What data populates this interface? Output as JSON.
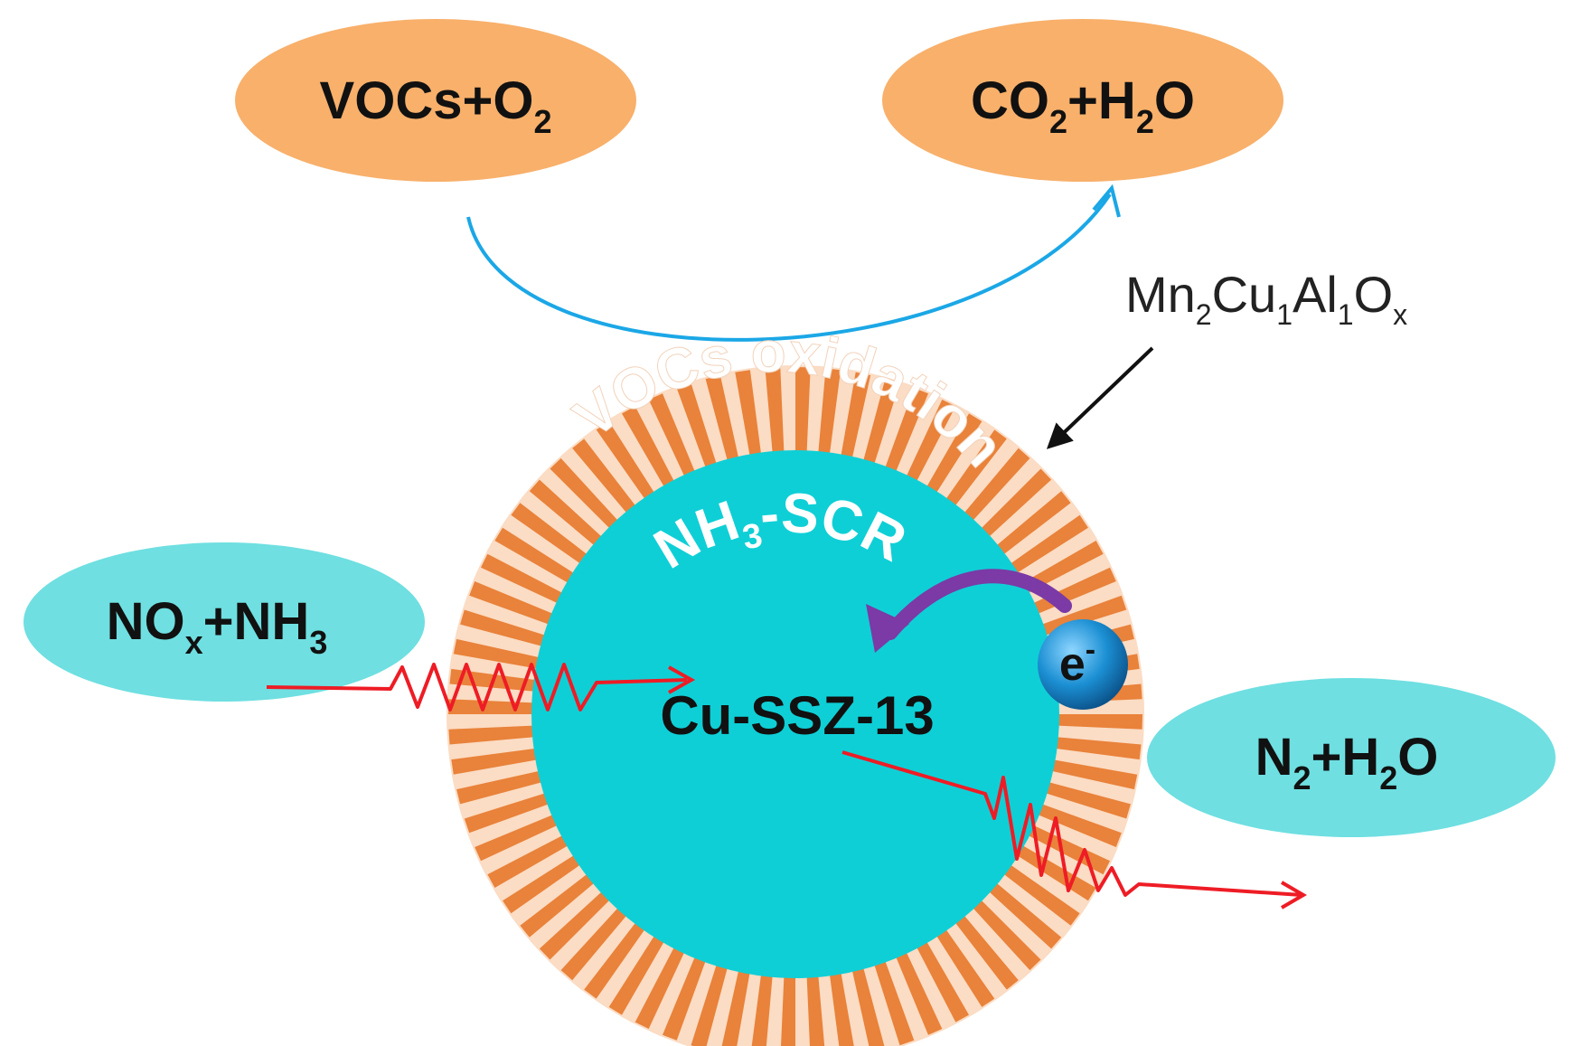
{
  "colors": {
    "orange": "#f8b06b",
    "stripe": "#e9823a",
    "shell": "#fbdcc4",
    "core": "#0fcfd6",
    "cyan_ellipse": "#6fdfe1",
    "red_arrow": "#ee1c25",
    "blue_arrow": "#1ba7e6",
    "purple_arrow": "#7b3aa6",
    "electron": "#1b8fd3"
  },
  "species": {
    "vocs_o2": {
      "base": "VOCs+O",
      "sub": "2"
    },
    "co2_h2o": {
      "a": "CO",
      "sub1": "2",
      "b": "+H",
      "sub2": "2",
      "c": "O"
    },
    "nox_nh3": {
      "a": "NO",
      "sub1": "x",
      "b": "+NH",
      "sub2": "3"
    },
    "n2_h2o": {
      "a": "N",
      "sub1": "2",
      "b": "+H",
      "sub2": "2",
      "c": "O"
    }
  },
  "catalyst": {
    "shell_label": {
      "a": "Mn",
      "s1": "2",
      "b": "Cu",
      "s2": "1",
      "c": "Al",
      "s3": "1",
      "d": "O",
      "s4": "x"
    },
    "outer_process": "VOCs oxidation",
    "inner_process": {
      "a": "NH",
      "sub": "3",
      "b": "-SCR"
    },
    "core_label": "Cu-SSZ-13",
    "electron": {
      "base": "e",
      "sup": "-"
    }
  }
}
